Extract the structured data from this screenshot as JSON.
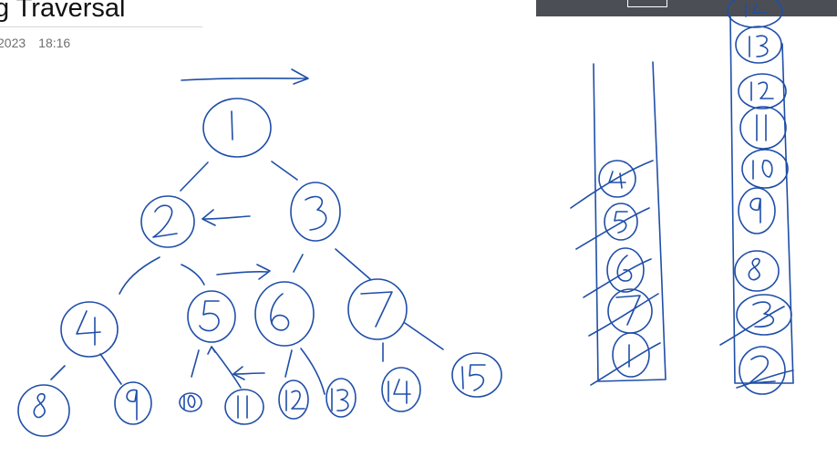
{
  "page": {
    "title": "g Traversal",
    "date": "2023",
    "time": "18:16"
  },
  "colors": {
    "ink": "#1f4ea8",
    "toolbar": "#4b4f55"
  }
}
